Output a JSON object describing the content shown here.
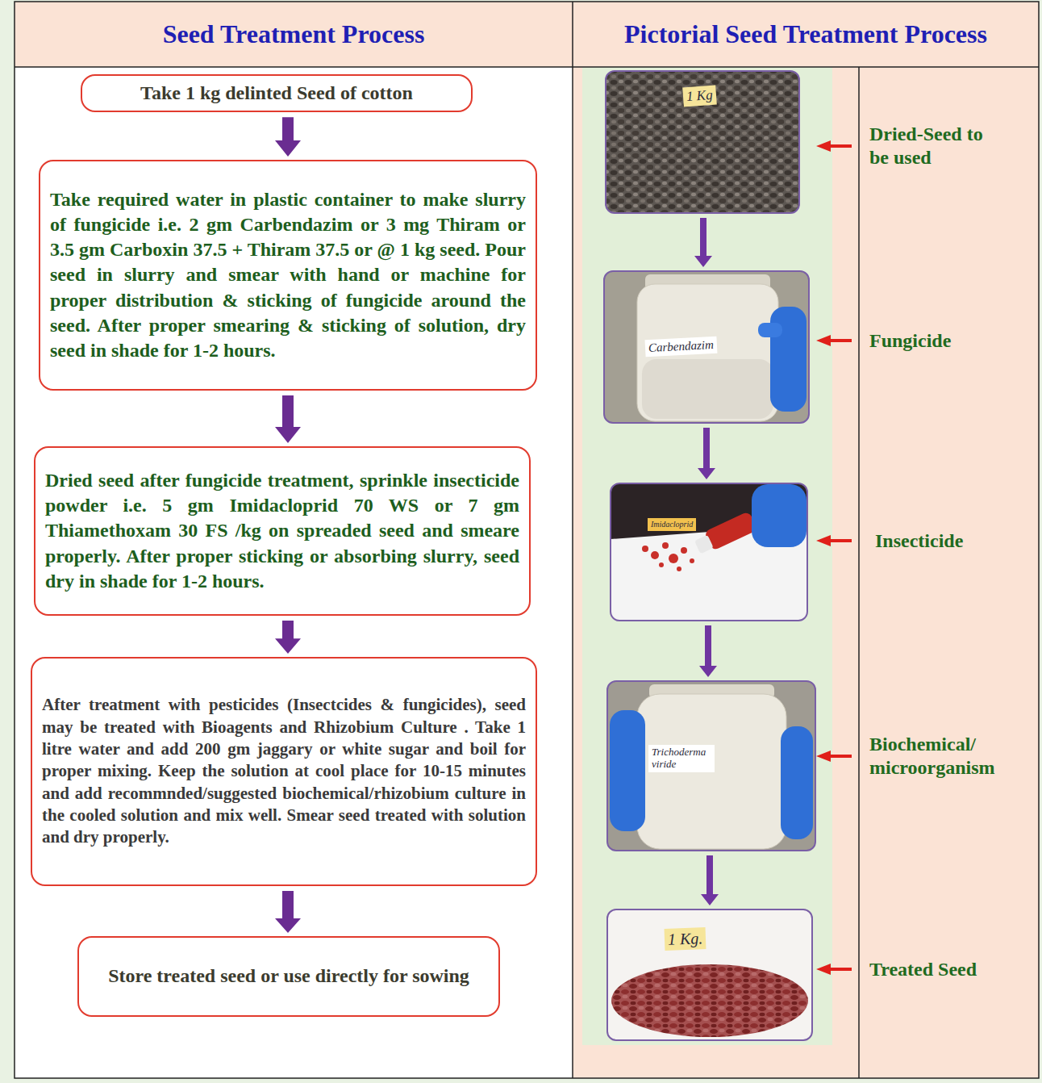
{
  "diagram": {
    "nodes": [
      {
        "text": [
          "Take 1 kg delinted Seed of cotton"
        ]
      },
      {
        "text": [
          "Take required water in plastic container to make slurry of fungicide i.e. 2 gm Carbendazim or 3 mg Thiram or 3.5 gm Carboxin 37.5 + Thiram 37.5 or @ 1 kg seed. Pour seed in slurry and smear with hand or machine for proper distribution & sticking of fungicide around the seed. After proper smearing & sticking of solution, dry seed in shade for 1-2 hours."
        ]
      },
      {
        "text": [
          "Dried seed after fungicide treatment, sprinkle insecticide powder i.e. 5 gm Imidacloprid 70 WS or 7 gm Thiamethoxam 30 FS /kg on spreaded seed and smeare properly. After proper sticking or absorbing slurry, seed dry in shade for 1-2 hours."
        ]
      },
      {
        "text": [
          "After treatment with pesticides (Insectcides & fungicides), seed may be treated with Bioagents and Rhizobium Culture . Take 1 litre water and add 200 gm jaggary or white sugar and boil for proper mixing. Keep the solution at cool place for 10-15 minutes and add recommnded/suggested biochemical/rhizobium culture in the cooled solution and mix well. Smear seed treated with solution and dry properly."
        ]
      },
      {
        "text": [
          "Store treated seed or use directly for sowing"
        ]
      },
      {
        "text": [
          "1 Kg"
        ]
      },
      {
        "text": [
          "Carbendazim"
        ]
      },
      {
        "text": [
          "Imidacloprid"
        ]
      },
      {
        "text": [
          "Trichoderma viride"
        ]
      },
      {
        "text": [
          "1 Kg."
        ]
      }
    ],
    "edges": [
      {
        "from": 0,
        "to": 1,
        "arrow": "to"
      },
      {
        "from": 1,
        "to": 2,
        "arrow": "to"
      },
      {
        "from": 2,
        "to": 3,
        "arrow": "to"
      },
      {
        "from": 3,
        "to": 4,
        "arrow": "to"
      },
      {
        "from": 5,
        "to": 6,
        "arrow": "to"
      },
      {
        "from": 6,
        "to": 7,
        "arrow": "to"
      },
      {
        "from": 7,
        "to": 8,
        "arrow": "to"
      },
      {
        "from": 8,
        "to": 9,
        "arrow": "to"
      }
    ],
    "labels": [
      "Seed Treatment Process",
      "Pictorial Seed Treatment Process",
      "Dried-Seed to be used",
      "Fungicide",
      "Insecticide",
      "Biochemical/ microorganism",
      "Treated Seed"
    ]
  }
}
